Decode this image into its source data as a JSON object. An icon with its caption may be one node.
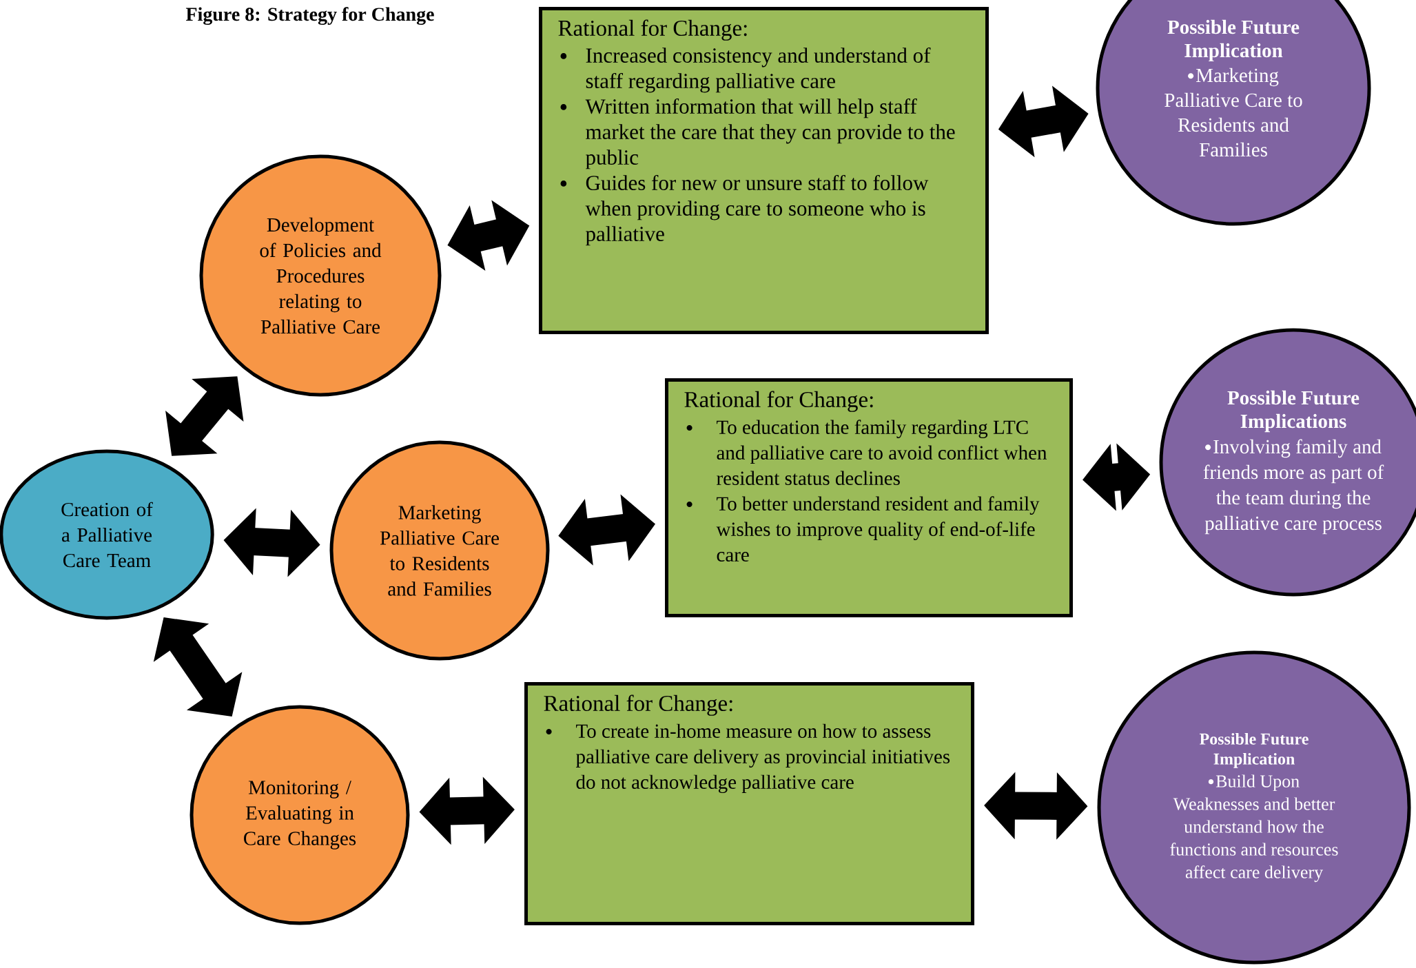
{
  "diagram": {
    "title": "Figure 8: Strategy for Change",
    "nodes": [
      {
        "text": [
          "Creation of a Palliative Care Team"
        ]
      },
      {
        "text": [
          "Development of Policies and Procedures relating to Palliative Care"
        ]
      },
      {
        "text": [
          "Marketing Palliative Care to Residents and Families"
        ]
      },
      {
        "text": [
          "Monitoring / Evaluating in Care Changes"
        ]
      },
      {
        "text": [
          "Rational for Change:",
          "Increased consistency and understand of staff regarding palliative care",
          "Written information that will help staff market the care that they can provide to the public",
          "Guides for new or unsure staff to follow when providing care to someone who is palliative"
        ]
      },
      {
        "text": [
          "Possible Future Implication",
          "Marketing Palliative Care to Residents and Families"
        ]
      },
      {
        "text": [
          "Rational for Change:",
          "To education the family regarding LTC and palliative care to avoid conflict when resident status declines",
          "To better understand resident and family wishes to improve quality of end-of-life care"
        ]
      },
      {
        "text": [
          "Possible Future Implications",
          "Involving family and friends more as part of the team during the palliative care process"
        ]
      },
      {
        "text": [
          "Rational for Change:",
          "To create in-home measure on how to assess palliative care delivery as provincial initiatives do not acknowledge palliative care"
        ]
      },
      {
        "text": [
          "Possible Future Implication",
          "Build Upon Weaknesses and better understand how the functions and resources affect care delivery"
        ]
      }
    ],
    "edges": [
      {
        "from": 0,
        "to": 1,
        "arrow": "both"
      },
      {
        "from": 0,
        "to": 2,
        "arrow": "both"
      },
      {
        "from": 0,
        "to": 3,
        "arrow": "both"
      },
      {
        "from": 1,
        "to": 4,
        "arrow": "both"
      },
      {
        "from": 4,
        "to": 5,
        "arrow": "both"
      },
      {
        "from": 2,
        "to": 6,
        "arrow": "both"
      },
      {
        "from": 6,
        "to": 7,
        "arrow": "both"
      },
      {
        "from": 3,
        "to": 8,
        "arrow": "both"
      },
      {
        "from": 8,
        "to": 9,
        "arrow": "both"
      }
    ]
  }
}
